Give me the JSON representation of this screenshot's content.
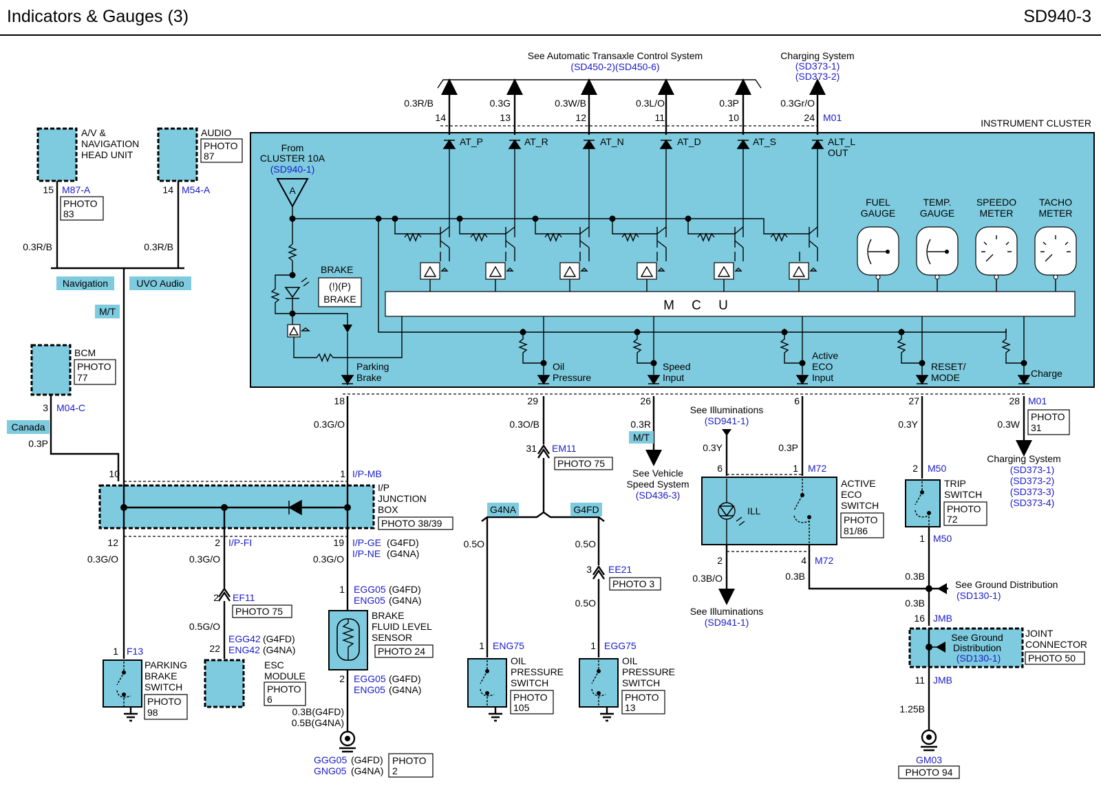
{
  "header": {
    "title": "Indicators & Gauges (3)",
    "code": "SD940-3"
  },
  "cluster": {
    "title": "INSTRUMENT CLUSTER",
    "mcu": "M C U",
    "from_line1": "From",
    "from_line2": "CLUSTER 10A",
    "from_ref": "(SD940-1)",
    "fuse": "A",
    "brake_label": "BRAKE",
    "brake_icon": "(!)(P)",
    "brake_icon_label": "BRAKE",
    "at_outputs": [
      {
        "label": "AT_P",
        "pin": "14",
        "wire": "0.3R/B"
      },
      {
        "label": "AT_R",
        "pin": "13",
        "wire": "0.3G"
      },
      {
        "label": "AT_N",
        "pin": "12",
        "wire": "0.3W/B"
      },
      {
        "label": "AT_D",
        "pin": "11",
        "wire": "0.3L/O"
      },
      {
        "label": "AT_S",
        "pin": "10",
        "wire": "0.3P"
      }
    ],
    "alt_label1": "ALT_L",
    "alt_label2": "OUT",
    "alt_pin": "24",
    "alt_conn": "M01",
    "alt_wire": "0.3Gr/O",
    "gauges": [
      {
        "l1": "FUEL",
        "l2": "GAUGE"
      },
      {
        "l1": "TEMP.",
        "l2": "GAUGE"
      },
      {
        "l1": "SPEEDO",
        "l2": "METER"
      },
      {
        "l1": "TACHO",
        "l2": "METER"
      }
    ],
    "inputs": [
      {
        "l1": "Parking",
        "l2": "Brake",
        "pin": "18"
      },
      {
        "l1": "Oil",
        "l2": "Pressure",
        "pin": "29"
      },
      {
        "l1": "Speed",
        "l2": "Input",
        "pin": "26"
      },
      {
        "l1": "Active",
        "l2": "ECO",
        "l3": "Input",
        "pin": "6"
      },
      {
        "l1": "RESET/",
        "l2": "MODE",
        "pin": "27"
      },
      {
        "l1": "Charge",
        "pin": "28",
        "conn": "M01"
      }
    ]
  },
  "top_refs": {
    "atcs_title": "See Automatic Transaxle Control System",
    "atcs_refs": "(SD450-2)(SD450-6)",
    "charging_title": "Charging System",
    "charging_ref1": "(SD373-1)",
    "charging_ref2": "(SD373-2)"
  },
  "left": {
    "av_l1": "A/V &",
    "av_l2": "NAVIGATION",
    "av_l3": "HEAD UNIT",
    "av_pin": "15",
    "av_conn": "M87-A",
    "av_photo1": "PHOTO",
    "av_photo2": "83",
    "av_wire": "0.3R/B",
    "audio_l1": "AUDIO",
    "audio_photo1": "PHOTO",
    "audio_photo2": "87",
    "audio_pin": "14",
    "audio_conn": "M54-A",
    "audio_wire": "0.3R/B",
    "nav_tag": "Navigation",
    "uvo_tag": "UVO Audio",
    "mt_tag": "M/T",
    "bcm_l1": "BCM",
    "bcm_photo1": "PHOTO",
    "bcm_photo2": "77",
    "bcm_pin": "3",
    "bcm_conn": "M04-C",
    "canada_tag": "Canada",
    "bcm_wire": "0.3P",
    "jb_pin_top_left": "10",
    "jb_pin_top_right": "1",
    "jb_conn_top": "I/P-MB",
    "jb_l1": "I/P",
    "jb_l2": "JUNCTION",
    "jb_l3": "BOX",
    "jb_photo": "PHOTO 38/39",
    "jb_wire_in": "0.3G/O",
    "jb_out1_pin": "12",
    "jb_out1_wire": "0.3G/O",
    "jb_out2_pin": "2",
    "jb_out2_conn": "I/P-FI",
    "jb_out2_wire": "0.3G/O",
    "jb_out3_pin": "19",
    "jb_out3_conn1": "I/P-GE",
    "jb_out3_var1": "(G4FD)",
    "jb_out3_conn2": "I/P-NE",
    "jb_out3_var2": "(G4NA)",
    "jb_out3_wire": "0.3G/O",
    "pbs_pin": "1",
    "pbs_conn": "F13",
    "pbs_l1": "PARKING",
    "pbs_l2": "BRAKE",
    "pbs_l3": "SWITCH",
    "pbs_photo1": "PHOTO",
    "pbs_photo2": "98",
    "ef11_pin": "2",
    "ef11_conn": "EF11",
    "ef11_photo": "PHOTO 75",
    "esc_wire": "0.5G/O",
    "esc_pin": "22",
    "esc_conn1": "EGG42",
    "esc_var1": "(G4FD)",
    "esc_conn2": "ENG42",
    "esc_var2": "(G4NA)",
    "esc_l1": "ESC",
    "esc_l2": "MODULE",
    "esc_photo1": "PHOTO",
    "esc_photo2": "6",
    "bfl_pin_top": "1",
    "bfl_conn1": "EGG05",
    "bfl_var1": "(G4FD)",
    "bfl_conn2": "ENG05",
    "bfl_var2": "(G4NA)",
    "bfl_l1": "BRAKE",
    "bfl_l2": "FLUID LEVEL",
    "bfl_l3": "SENSOR",
    "bfl_photo": "PHOTO 24",
    "bfl_pin_bot": "2",
    "bfl_bconn1": "EGG05",
    "bfl_bvar1": "(G4FD)",
    "bfl_bconn2": "ENG05",
    "bfl_bvar2": "(G4NA)",
    "bfl_wire1": "0.3B(G4FD)",
    "bfl_wire2": "0.5B(G4NA)",
    "gnd_conn1": "GGG05",
    "gnd_var1": "(G4FD)",
    "gnd_conn2": "GNG05",
    "gnd_var2": "(G4NA)",
    "gnd_photo1": "PHOTO",
    "gnd_photo2": "2"
  },
  "middle": {
    "oil_wire": "0.3O/B",
    "em11_pin": "31",
    "em11_conn": "EM11",
    "em11_photo": "PHOTO 75",
    "g4na_tag": "G4NA",
    "g4fd_tag": "G4FD",
    "ops1_wire": "0.5O",
    "ops1_pin": "1",
    "ops1_conn": "ENG75",
    "ops1_l1": "OIL",
    "ops1_l2": "PRESSURE",
    "ops1_l3": "SWITCH",
    "ops1_photo1": "PHOTO",
    "ops1_photo2": "105",
    "ops2_wire_a": "0.5O",
    "ee21_pin": "3",
    "ee21_conn": "EE21",
    "ee21_photo": "PHOTO 3",
    "ops2_wire_b": "0.5O",
    "ops2_pin": "1",
    "ops2_conn": "EGG75",
    "ops2_l1": "OIL",
    "ops2_l2": "PRESSURE",
    "ops2_l3": "SWITCH",
    "ops2_photo1": "PHOTO",
    "ops2_photo2": "13",
    "speed_wire": "0.3R",
    "speed_tag": "M/T",
    "speed_l1": "See Vehicle",
    "speed_l2": "Speed System",
    "speed_ref": "(SD436-3)"
  },
  "right": {
    "ill_top_title": "See Illuminations",
    "ill_top_ref": "(SD941-1)",
    "ill_wire": "0.3Y",
    "eco_wire": "0.3P",
    "eco_pin_left": "6",
    "eco_pin_right": "1",
    "eco_conn": "M72",
    "eco_ill": "ILL",
    "eco_l1": "ACTIVE",
    "eco_l2": "ECO",
    "eco_l3": "SWITCH",
    "eco_photo1": "PHOTO",
    "eco_photo2": "81/86",
    "eco_pin_bl": "2",
    "eco_pin_br": "4",
    "eco_conn_b": "M72",
    "eco_wire_bl": "0.3B/O",
    "eco_wire_br": "0.3B",
    "ill_bot_title": "See Illuminations",
    "ill_bot_ref": "(SD941-1)",
    "trip_wire": "0.3Y",
    "trip_pin_top": "2",
    "trip_conn_top": "M50",
    "trip_l1": "TRIP",
    "trip_l2": "SWITCH",
    "trip_photo1": "PHOTO",
    "trip_photo2": "72",
    "trip_pin_bot": "1",
    "trip_conn_bot": "M50",
    "trip_wire_b": "0.3B",
    "gd_title": "See Ground Distribution",
    "gd_ref": "(SD130-1)",
    "gd_wire": "0.3B",
    "jc_pin_top": "16",
    "jc_conn_top": "JMB",
    "jc_in1": "See Ground",
    "jc_in2": "Distribution",
    "jc_in_ref": "(SD130-1)",
    "jc_l1": "JOINT",
    "jc_l2": "CONNECTOR",
    "jc_photo": "PHOTO 50",
    "jc_pin_bot": "11",
    "jc_conn_bot": "JMB",
    "jc_wire": "1.25B",
    "gm_conn": "GM03",
    "gm_photo": "PHOTO 94",
    "charge_wire": "0.3W",
    "charge_photo1": "PHOTO",
    "charge_photo2": "31",
    "cs_title": "Charging System",
    "cs_ref1": "(SD373-1)",
    "cs_ref2": "(SD373-2)",
    "cs_ref3": "(SD373-3)",
    "cs_ref4": "(SD373-4)"
  }
}
